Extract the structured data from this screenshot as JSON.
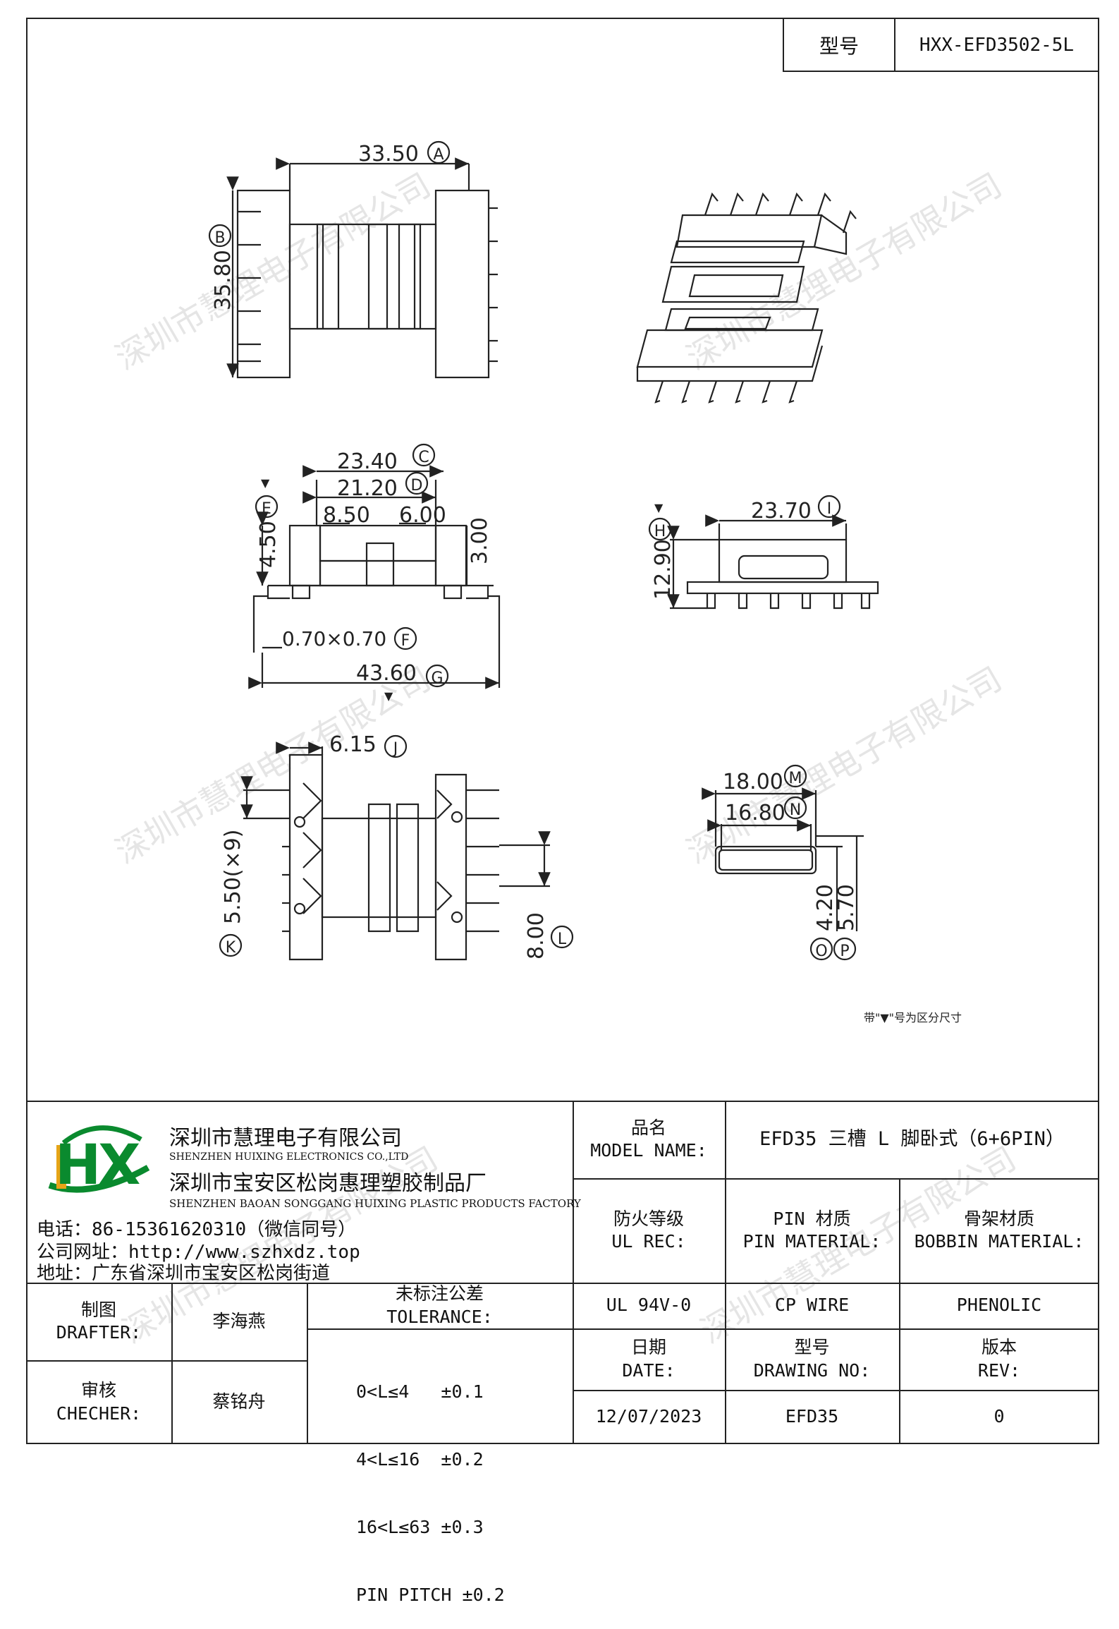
{
  "model_box": {
    "label": "型号",
    "value": "HXX-EFD3502-5L"
  },
  "dims": {
    "A": "33.50",
    "B": "35.80",
    "C": "23.40",
    "D": "21.20",
    "d1": "8.50",
    "d2": "6.00",
    "E": "4.50",
    "h3": "3.00",
    "F": "0.70×0.70",
    "G": "43.60",
    "H": "12.90",
    "I": "23.70",
    "J": "6.15",
    "K": "5.50(×9)",
    "L": "8.00",
    "M": "18.00",
    "N": "16.80",
    "O": "4.20",
    "P": "5.70"
  },
  "callouts": {
    "A": "A",
    "B": "B",
    "C": "C",
    "D": "D",
    "E": "E",
    "F": "F",
    "G": "G",
    "H": "H",
    "I": "I",
    "J": "J",
    "K": "K",
    "L": "L",
    "M": "M",
    "N": "N",
    "O": "O",
    "P": "P"
  },
  "note": "带\"▼\"号为区分尺寸",
  "watermark": "深圳市慧理电子有限公司",
  "company": {
    "logo_letters": "HX",
    "name1": "深圳市慧理电子有限公司",
    "name1_en": "SHENZHEN HUIXING ELECTRONICS CO.,LTD",
    "name2": "深圳市宝安区松岗惠理塑胶制品厂",
    "name2_en": "SHENZHEN BAOAN SONGGANG HUIXING PLASTIC PRODUCTS FACTORY",
    "phone": "电话：86-15361620310（微信同号）",
    "website": "公司网址：http://www.szhxdz.top",
    "address": "地址：广东省深圳市宝安区松岗街道"
  },
  "title_block": {
    "model_name_cn": "品名",
    "model_name_en": "MODEL NAME:",
    "model_name_value": "EFD35 三槽 L 脚卧式（6+6PIN）",
    "ul_rec_cn": "防火等级",
    "ul_rec_en": "UL REC:",
    "pin_mat_cn": "PIN 材质",
    "pin_mat_en": "PIN MATERIAL:",
    "bobbin_mat_cn": "骨架材质",
    "bobbin_mat_en": "BOBBIN MATERIAL:",
    "ul_value": "UL 94V-0",
    "pin_value": "CP WIRE",
    "bobbin_value": "PHENOLIC",
    "drafter_cn": "制图",
    "drafter_en": "DRAFTER:",
    "drafter_name": "李海燕",
    "checker_cn": "审核",
    "checker_en": "CHECHER:",
    "checker_name": "蔡铭舟",
    "tolerance_cn": "未标注公差",
    "tolerance_en": "TOLERANCE:",
    "tolerances": [
      "0<L≤4   ±0.1",
      "4<L≤16  ±0.2",
      "16<L≤63 ±0.3",
      "PIN PITCH ±0.2"
    ],
    "date_cn": "日期",
    "date_en": "DATE:",
    "date_value": "12/07/2023",
    "drawing_no_cn": "型号",
    "drawing_no_en": "DRAWING NO:",
    "drawing_no_value": "EFD35",
    "rev_cn": "版本",
    "rev_en": "REV:",
    "rev_value": "0"
  }
}
